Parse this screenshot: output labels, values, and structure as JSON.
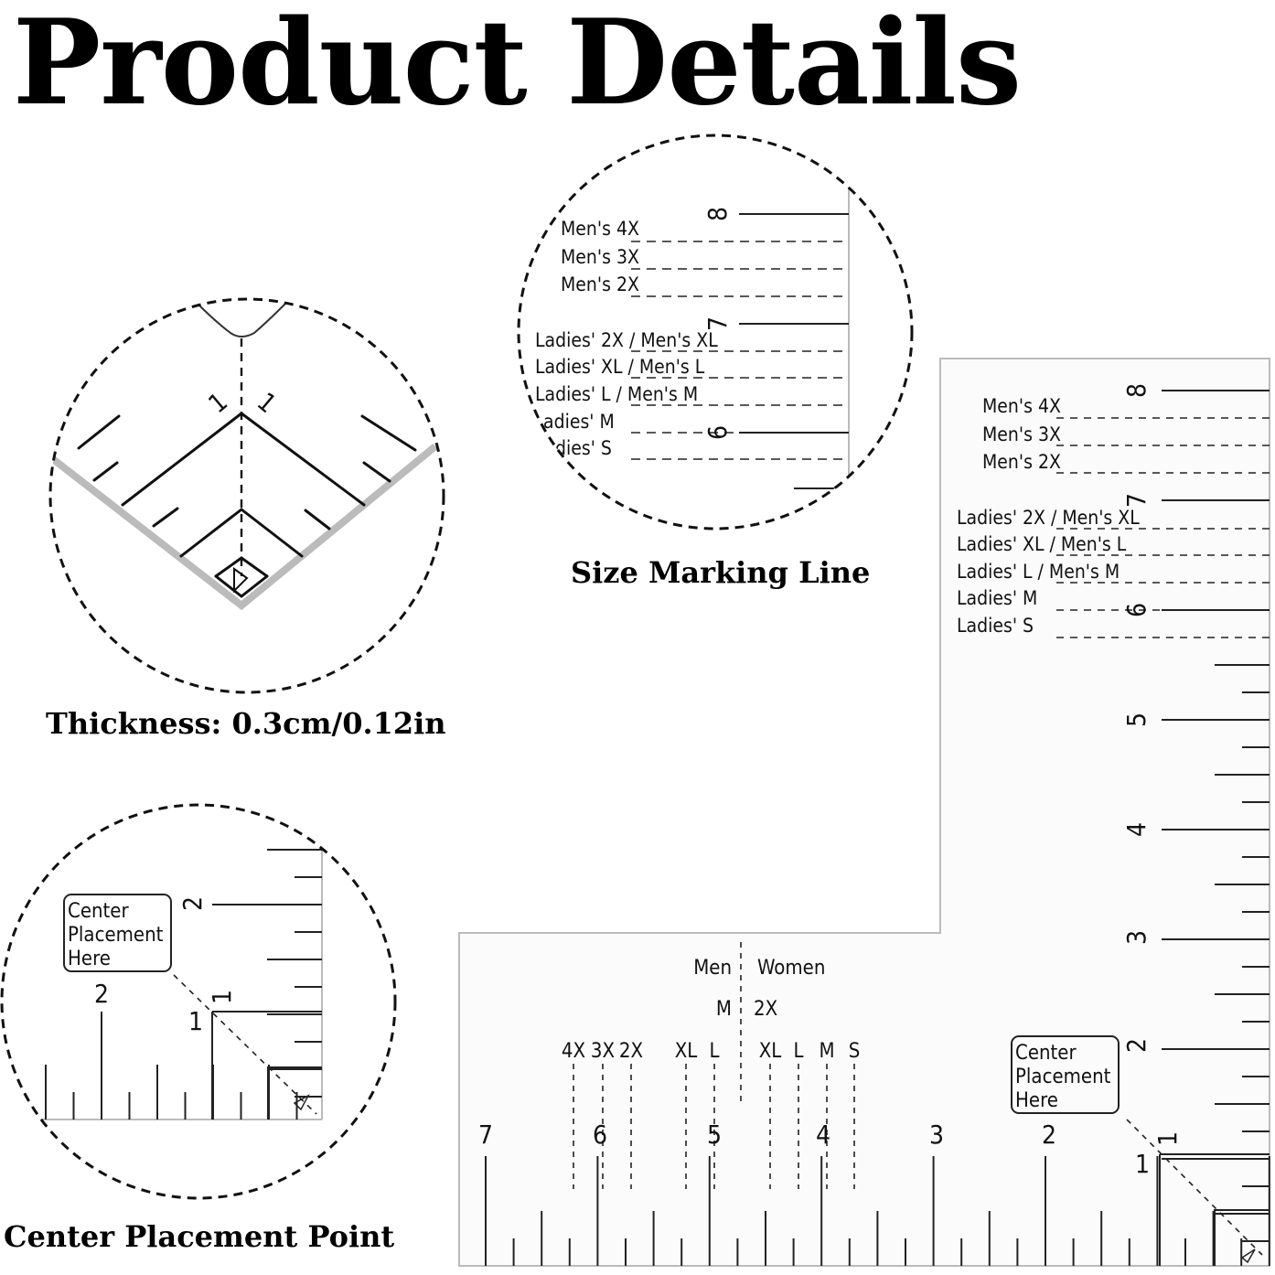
{
  "title": "Product Details",
  "captions": {
    "size_marking": "Size Marking Line",
    "thickness": "Thickness: 0.3cm/0.12in",
    "center_point": "Center Placement Point"
  },
  "vertical_arm": {
    "ticks": [
      "8",
      "7",
      "6",
      "5",
      "4",
      "3",
      "2",
      "1"
    ],
    "size_labels": [
      "Men's 4X",
      "Men's 3X",
      "Men's 2X",
      "Ladies' 2X / Men's XL",
      "Ladies' XL / Men's L",
      "Ladies' L / Men's M",
      "Ladies' M",
      "Ladies' S"
    ]
  },
  "horizontal_arm": {
    "ticks": [
      "7",
      "6",
      "5",
      "4",
      "3",
      "2",
      "1"
    ],
    "men_label": "Men",
    "women_label": "Women",
    "men_m": "M",
    "women_2x": "2X",
    "men_sizes": [
      "4X",
      "3X",
      "2X",
      "XL",
      "L"
    ],
    "women_sizes": [
      "XL",
      "L",
      "M",
      "S"
    ]
  },
  "center_box": [
    "Center",
    "Placement",
    "Here"
  ],
  "zoom_thickness": {
    "ticks": [
      "1",
      "1"
    ]
  },
  "zoom_center": {
    "ticks": [
      "2",
      "1",
      "2",
      "1"
    ],
    "box": [
      "Center",
      "Placement",
      "Here"
    ]
  },
  "zoom_size": {
    "ticks": [
      "8",
      "7",
      "6"
    ],
    "size_labels": [
      "Men's 4X",
      "Men's 3X",
      "Men's 2X",
      "Ladies' 2X / Men's XL",
      "Ladies' XL / Men's L",
      "Ladies' L / Men's M",
      "adies' M",
      "dies' S"
    ]
  }
}
